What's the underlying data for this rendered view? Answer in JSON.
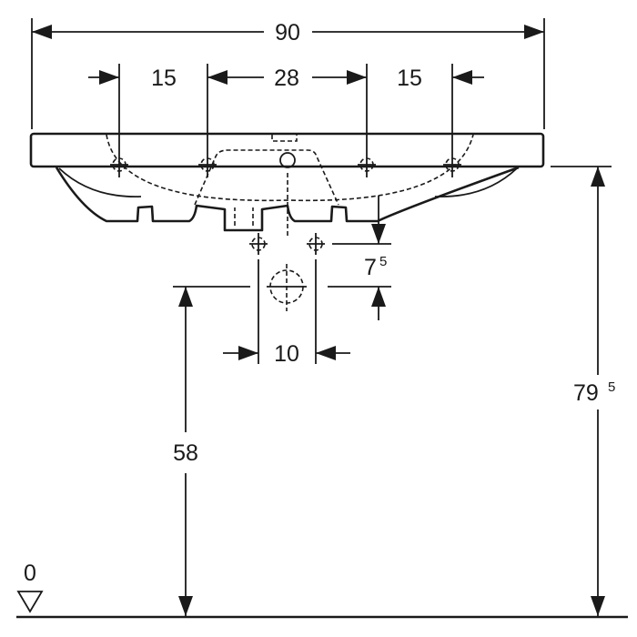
{
  "drawing": {
    "overall_width": "90",
    "hole_spacing_left": "15",
    "hole_spacing_center": "28",
    "hole_spacing_right": "15",
    "waste_offset": "7",
    "waste_offset_sup": "5",
    "waste_spacing": "10",
    "waste_height": "58",
    "rim_height": "79",
    "rim_height_sup": "5",
    "floor_level": "0"
  }
}
